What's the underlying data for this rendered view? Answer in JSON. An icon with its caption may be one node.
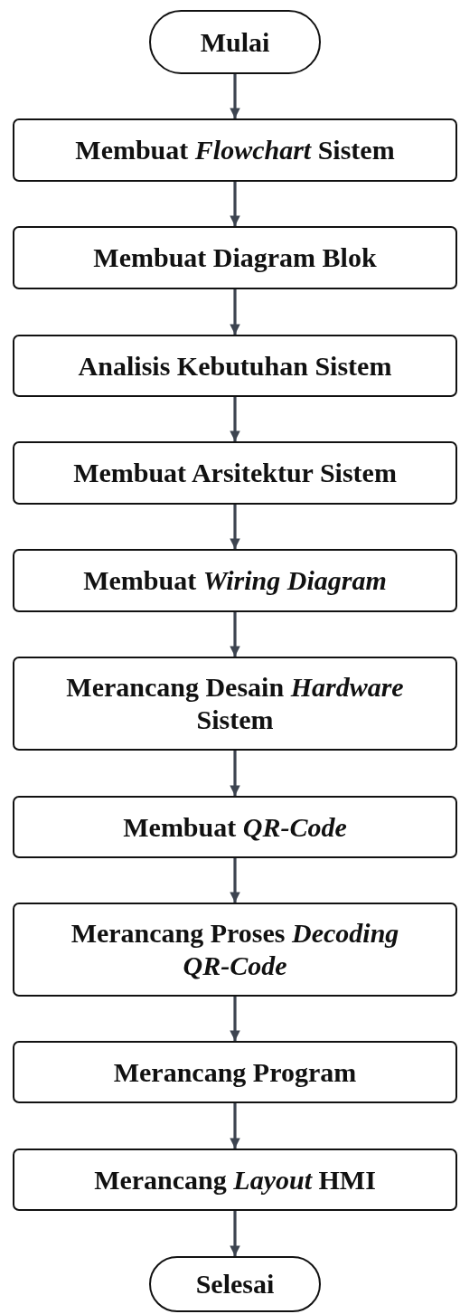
{
  "diagram": {
    "nodes": [
      {
        "text": [
          "Mulai"
        ]
      },
      {
        "text": [
          "Membuat *Flowchart* Sistem"
        ]
      },
      {
        "text": [
          "Membuat Diagram Blok"
        ]
      },
      {
        "text": [
          "Analisis Kebutuhan Sistem"
        ]
      },
      {
        "text": [
          "Membuat Arsitektur Sistem"
        ]
      },
      {
        "text": [
          "Membuat *Wiring Diagram*"
        ]
      },
      {
        "text": [
          "Merancang Desain *Hardware* Sistem"
        ]
      },
      {
        "text": [
          "Membuat *QR-Code*"
        ]
      },
      {
        "text": [
          "Merancang Proses *Decoding QR-Code*"
        ]
      },
      {
        "text": [
          "Merancang Program"
        ]
      },
      {
        "text": [
          "Merancang *Layout* HMI"
        ]
      },
      {
        "text": [
          "Selesai"
        ]
      }
    ],
    "edges": [
      {
        "from": 0,
        "to": 1,
        "arrow": "to"
      },
      {
        "from": 1,
        "to": 2,
        "arrow": "to"
      },
      {
        "from": 2,
        "to": 3,
        "arrow": "to"
      },
      {
        "from": 3,
        "to": 4,
        "arrow": "to"
      },
      {
        "from": 4,
        "to": 5,
        "arrow": "to"
      },
      {
        "from": 5,
        "to": 6,
        "arrow": "to"
      },
      {
        "from": 6,
        "to": 7,
        "arrow": "to"
      },
      {
        "from": 7,
        "to": 8,
        "arrow": "to"
      },
      {
        "from": 8,
        "to": 9,
        "arrow": "to"
      },
      {
        "from": 9,
        "to": 10,
        "arrow": "to"
      },
      {
        "from": 10,
        "to": 11,
        "arrow": "to"
      }
    ]
  }
}
